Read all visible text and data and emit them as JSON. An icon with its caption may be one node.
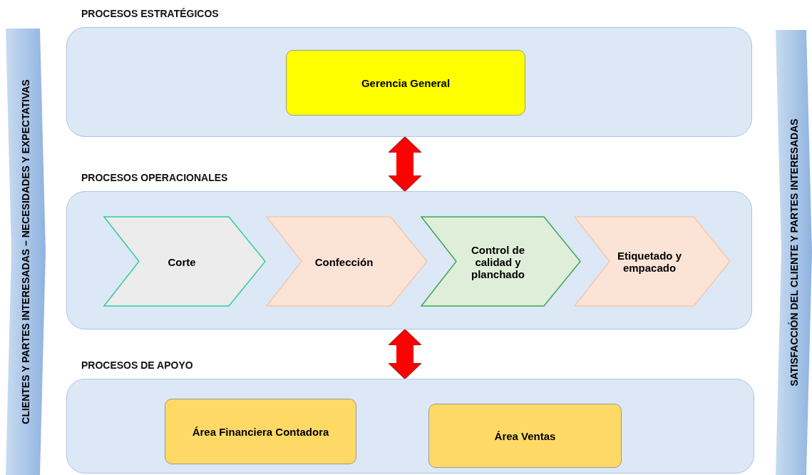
{
  "diagram": {
    "nodes": [
      {
        "text": [
          "PROCESOS ESTRATÉGICOS"
        ]
      },
      {
        "text": [
          "Gerencia General"
        ],
        "in": 0
      },
      {
        "text": [
          "PROCESOS OPERACIONALES"
        ]
      },
      {
        "text": [
          "Corte"
        ],
        "in": 2
      },
      {
        "text": [
          "Confección"
        ],
        "in": 2
      },
      {
        "text": [
          "Control de calidad y planchado"
        ],
        "in": 2
      },
      {
        "text": [
          "Etiquetado y empacado"
        ],
        "in": 2
      },
      {
        "text": [
          "PROCESOS DE APOYO"
        ]
      },
      {
        "text": [
          "Área Financiera Contadora"
        ],
        "in": 7
      },
      {
        "text": [
          "Área Ventas"
        ],
        "in": 7
      },
      {
        "text": [
          "CLIENTES Y PARTES INTERESADAS – NECESIDADES Y EXPECTATIVAS"
        ]
      },
      {
        "text": [
          "SATISFACCIÓN DEL CLIENTE Y PARTES INTERESADAS"
        ]
      }
    ],
    "edges": [
      {
        "from": 0,
        "to": 2,
        "arrow": "both"
      },
      {
        "from": 2,
        "to": 7,
        "arrow": "both"
      }
    ]
  }
}
